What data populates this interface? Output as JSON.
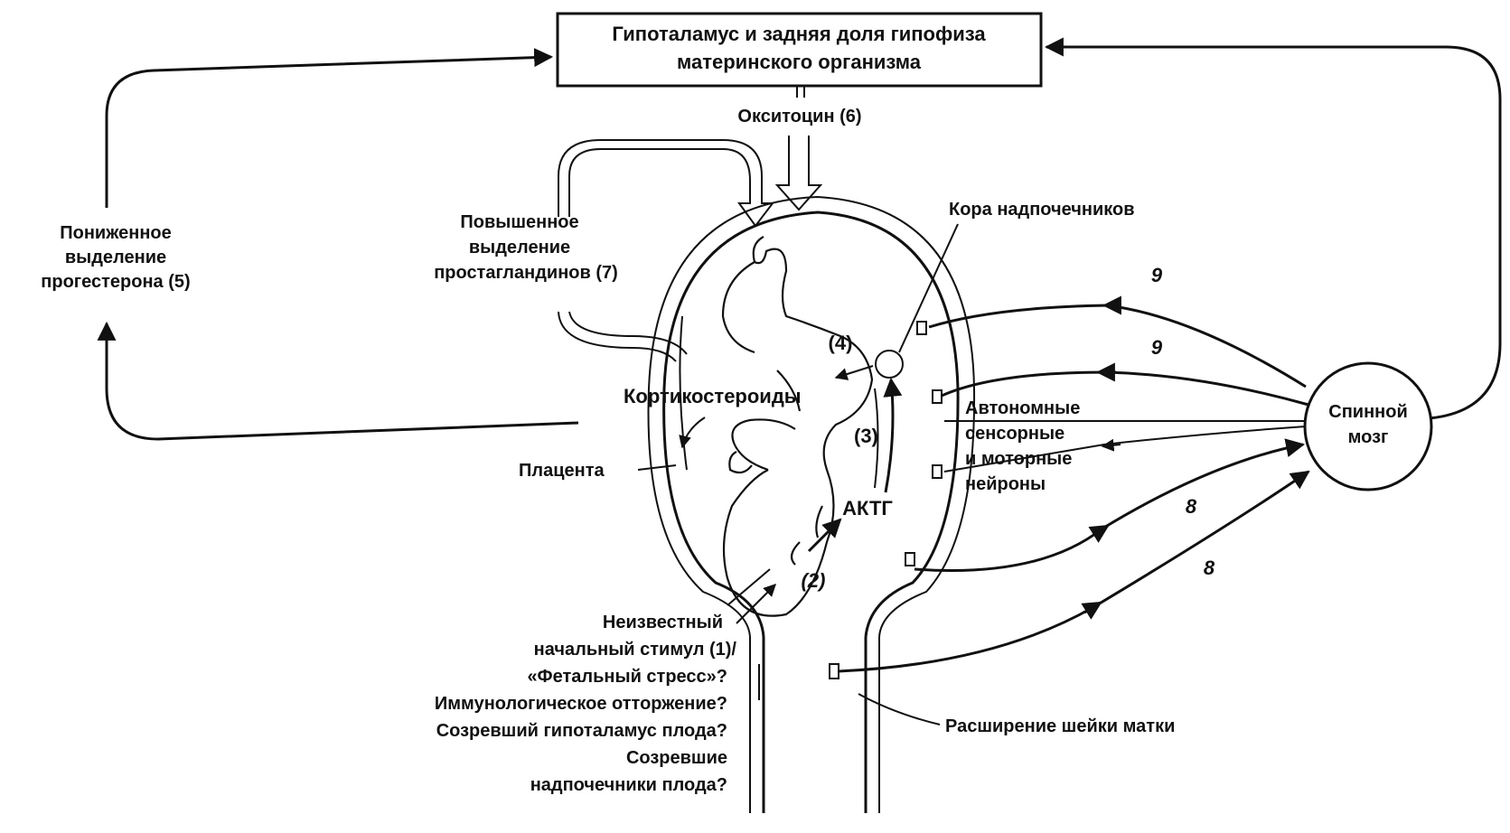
{
  "header_box": {
    "line1": "Гипоталамус и задняя доля гипофиза",
    "line2": "материнского организма"
  },
  "labels": {
    "oxytocin": "Окситоцин (6)",
    "progesterone": [
      "Пониженное",
      "выделение",
      "прогестерона (5)"
    ],
    "prostaglandins": [
      "Повышенное",
      "выделение",
      "простагландинов (7)"
    ],
    "adrenal_cortex": "Кора надпочечников",
    "corticosteroids": "Кортикостероиды",
    "placenta": "Плацента",
    "acth": "АКТГ",
    "step2": "(2)",
    "step3": "(3)",
    "step4": "(4)",
    "neurons": [
      "Автономные",
      "сенсорные",
      "и моторные",
      "нейроны"
    ],
    "spinal_cord": [
      "Спинной",
      "мозг"
    ],
    "num9a": "9",
    "num9b": "9",
    "num8a": "8",
    "num8b": "8",
    "cervix": "Расширение шейки матки",
    "stimulus": [
      "Неизвестный",
      "начальный стимул (1)/",
      "«Фетальный стресс»?",
      "Иммунологическое отторжение?",
      "Созревший гипоталамус плода?",
      "Созревшие",
      "надпочечники плода?"
    ]
  }
}
